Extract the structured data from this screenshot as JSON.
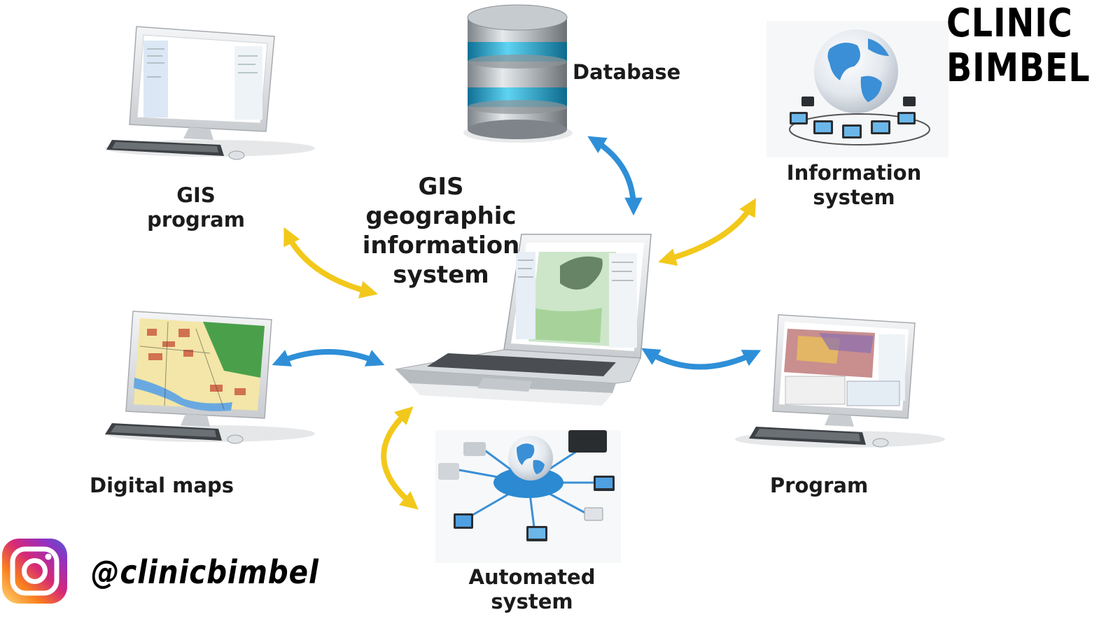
{
  "center": {
    "title_lines": [
      "GIS",
      "geographic",
      "information",
      "system"
    ]
  },
  "nodes": {
    "database": {
      "label_lines": [
        "Database"
      ]
    },
    "information_system": {
      "label_lines": [
        "Information",
        "system"
      ]
    },
    "gis_program": {
      "label_lines": [
        "GIS",
        "program"
      ]
    },
    "digital_maps": {
      "label_lines": [
        "Digital maps"
      ]
    },
    "program": {
      "label_lines": [
        "Program"
      ]
    },
    "automated_system": {
      "label_lines": [
        "Automated",
        "system"
      ]
    }
  },
  "watermark": {
    "brand_lines": [
      "CLINIC",
      "BIMBEL"
    ],
    "handle": "@clinicbimbel"
  },
  "colors": {
    "blue_arrow": "#2e8fd8",
    "yellow_arrow": "#f2c81a",
    "globe_ocean": "#3a8fd6",
    "db_band": "#2aa7d3"
  },
  "icons": {
    "center": "laptop-icon",
    "database": "database-icon",
    "information_system": "globe-network-icon",
    "gis_program": "desktop-computer-icon",
    "digital_maps": "desktop-map-icon",
    "program": "desktop-computer-icon",
    "automated_system": "globe-network-icon",
    "instagram": "instagram-icon"
  }
}
